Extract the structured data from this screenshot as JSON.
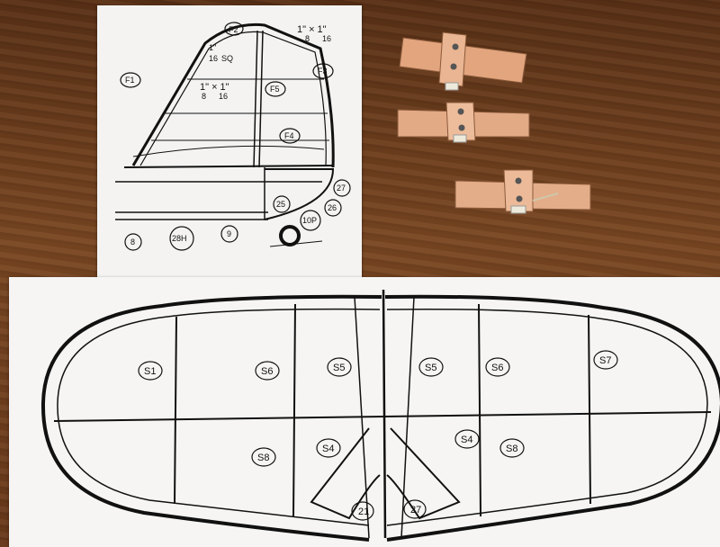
{
  "fin_plan": {
    "labels": {
      "f1": "F1",
      "f2": "F2",
      "f3": "F3",
      "f4": "F4",
      "f5": "F5",
      "strip_a": "1\" × 1\"",
      "strip_a_denoms": [
        "8",
        "16"
      ],
      "sq_num": "1\"",
      "sq_den": "16",
      "sq_text": "SQ",
      "strip_b": "1\" × 1\"",
      "strip_b_denoms": [
        "8",
        "16"
      ],
      "n8": "8",
      "n9": "9",
      "n25": "25",
      "n26": "26",
      "n27": "27",
      "n28h": "28H",
      "n10p": "10P"
    }
  },
  "stab_plan": {
    "labels": {
      "s1": "S1",
      "s6_left": "S6",
      "s5_left": "S5",
      "s5_right": "S5",
      "s6_right": "S6",
      "s7": "S7",
      "s8_left": "S8",
      "s8_right": "S8",
      "s4_left": "S4",
      "s4_right": "S4",
      "n21": "21",
      "n27": "27"
    }
  },
  "colors": {
    "wood_table": "#6b3d1e",
    "paper": "#f4f3f2",
    "balsa": "#e2b18e",
    "ink": "#111111"
  }
}
